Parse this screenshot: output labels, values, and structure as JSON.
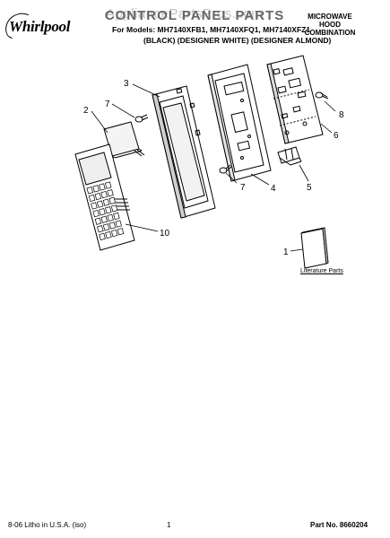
{
  "header": {
    "brand": "Whirlpool",
    "watermark": "AppliancePartsPros.com",
    "title": "CONTROL PANEL PARTS",
    "models_line": "For Models: MH7140XFB1, MH7140XFQ1, MH7140XFZ1",
    "colors_line": "(BLACK) (DESIGNER WHITE) (DESIGNER ALMOND)",
    "product_type": [
      "MICROWAVE",
      "HOOD",
      "COMBINATION"
    ]
  },
  "callouts": [
    "1",
    "2",
    "3",
    "4",
    "5",
    "6",
    "7",
    "7",
    "8",
    "10"
  ],
  "literature_label": "Literature Parts",
  "footer": {
    "print_info": "8-06 Litho in U.S.A. (iso)",
    "page_number": "1",
    "part_number": "Part No. 8660204"
  }
}
